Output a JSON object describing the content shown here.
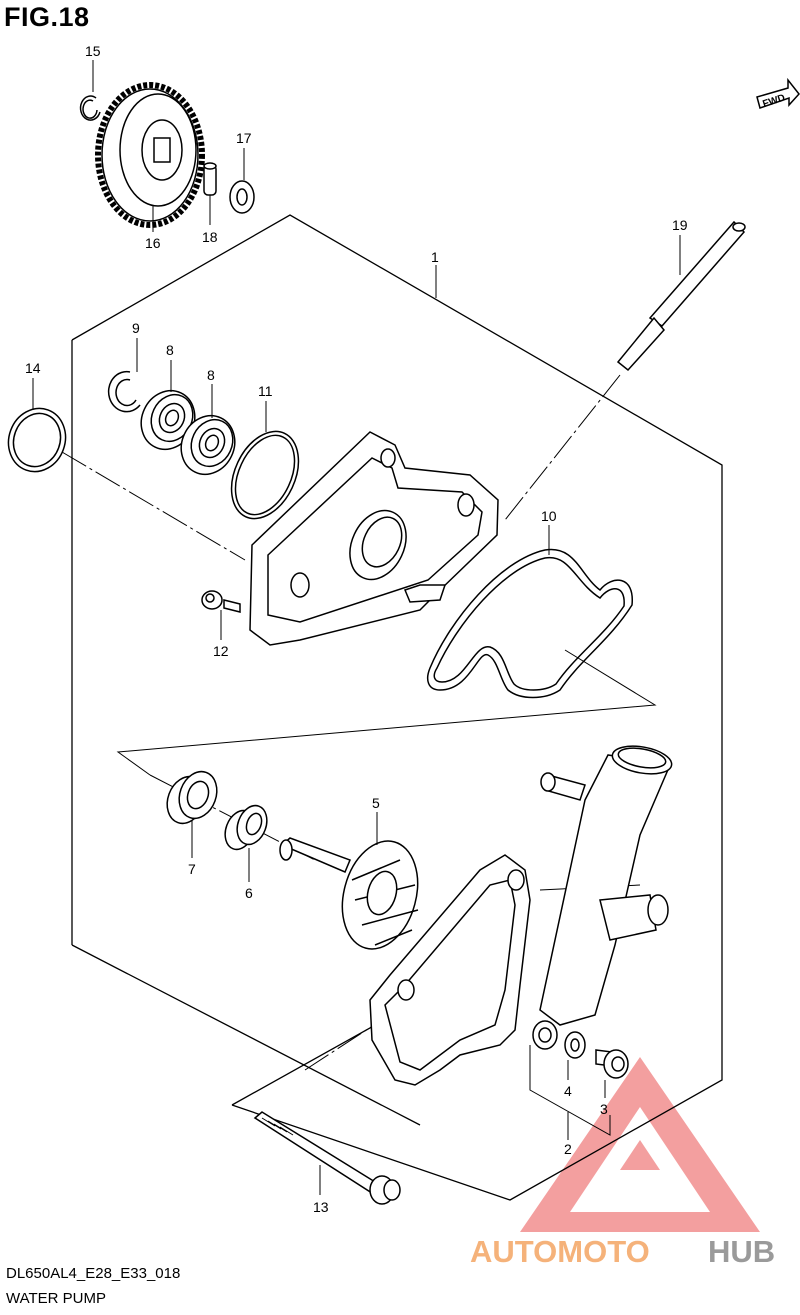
{
  "figure": {
    "title": "FIG.18",
    "code": "DL650AL4_E28_E33_018",
    "name": "WATER PUMP"
  },
  "direction_marker": "FWD",
  "parts": [
    {
      "label": "1"
    },
    {
      "label": "2"
    },
    {
      "label": "3"
    },
    {
      "label": "4"
    },
    {
      "label": "5"
    },
    {
      "label": "6"
    },
    {
      "label": "7"
    },
    {
      "label": "8"
    },
    {
      "label": "8"
    },
    {
      "label": "9"
    },
    {
      "label": "10"
    },
    {
      "label": "11"
    },
    {
      "label": "12"
    },
    {
      "label": "13"
    },
    {
      "label": "14"
    },
    {
      "label": "15"
    },
    {
      "label": "16"
    },
    {
      "label": "17"
    },
    {
      "label": "18"
    },
    {
      "label": "19"
    }
  ],
  "watermark": {
    "part1": "AUTOMOTO",
    "part2": "HUB",
    "color1": "#F5B27A",
    "color2": "#9A9A9A",
    "logo_color": "#F08080"
  }
}
